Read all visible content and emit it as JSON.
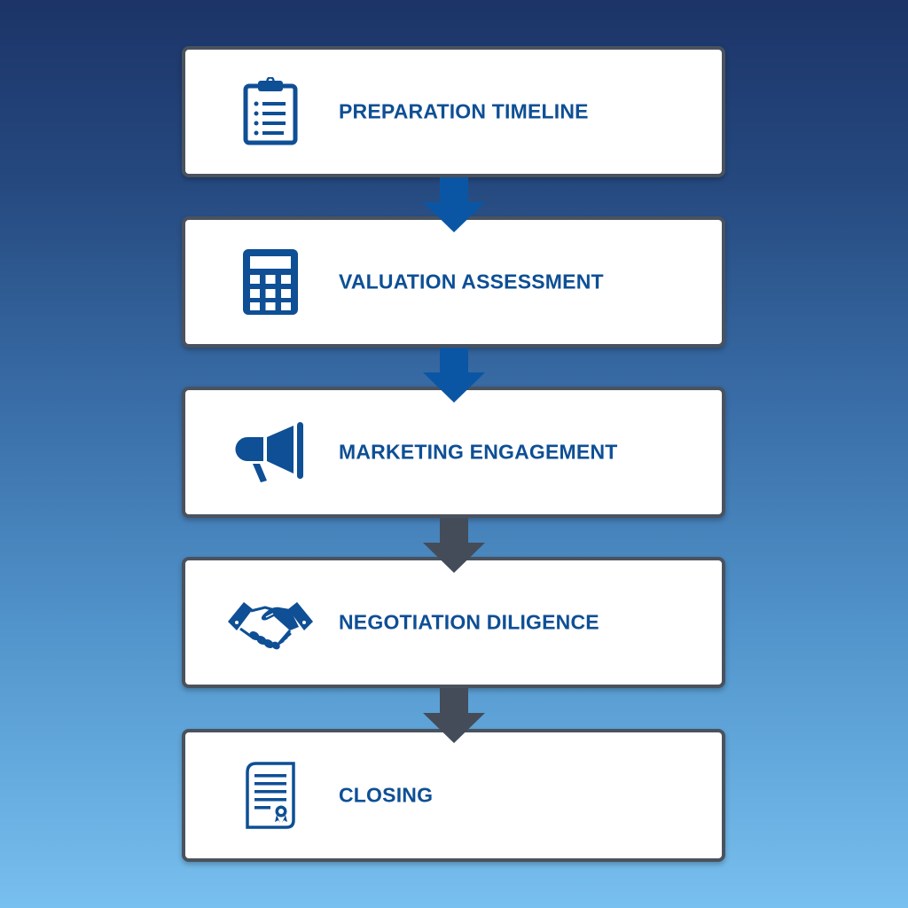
{
  "diagram": {
    "type": "vertical-process-flow",
    "steps": [
      {
        "label": "PREPARATION TIMELINE",
        "icon": "clipboard-checklist-icon"
      },
      {
        "label": "VALUATION ASSESSMENT",
        "icon": "calculator-icon"
      },
      {
        "label": "MARKETING ENGAGEMENT",
        "icon": "megaphone-icon"
      },
      {
        "label": "NEGOTIATION DILIGENCE",
        "icon": "handshake-icon"
      },
      {
        "label": "CLOSING",
        "icon": "certificate-document-icon"
      }
    ],
    "connectors": [
      {
        "from": 0,
        "to": 1,
        "color": "#0b56a4"
      },
      {
        "from": 1,
        "to": 2,
        "color": "#0b56a4"
      },
      {
        "from": 2,
        "to": 3,
        "color": "#434c58"
      },
      {
        "from": 3,
        "to": 4,
        "color": "#434c58"
      }
    ]
  },
  "colors": {
    "background_top": "#1c3468",
    "background_bottom": "#78c0ef",
    "card_fill": "#ffffff",
    "card_border": "#4a525e",
    "text_and_icon": "#0e4f95"
  }
}
